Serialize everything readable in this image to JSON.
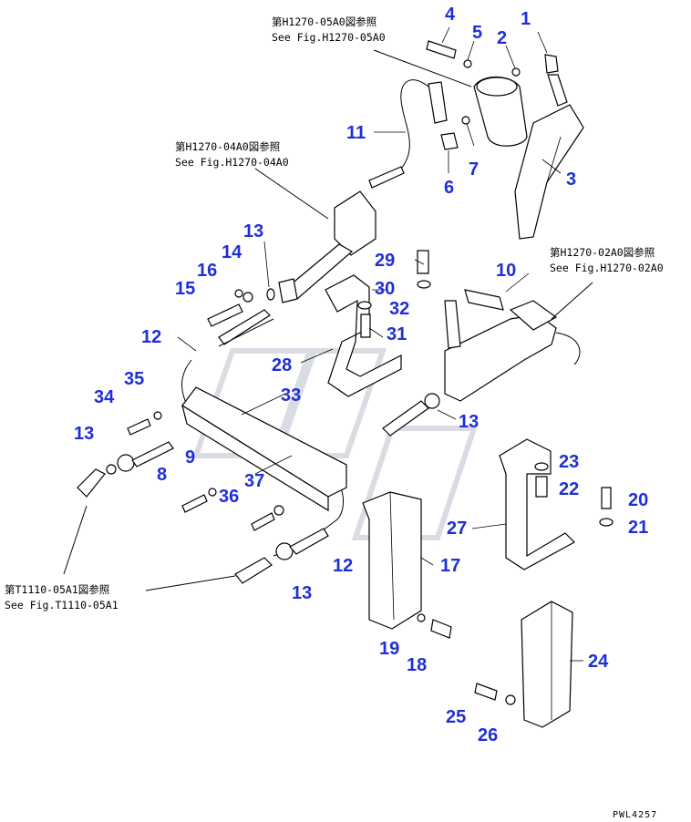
{
  "references": [
    {
      "id": "h1270-05a0",
      "jp": "第H1270-05A0図参照",
      "en": "See Fig.H1270-05A0"
    },
    {
      "id": "h1270-04a0",
      "jp": "第H1270-04A0図参照",
      "en": "See Fig.H1270-04A0"
    },
    {
      "id": "h1270-02a0",
      "jp": "第H1270-02A0図参照",
      "en": "See Fig.H1270-02A0"
    },
    {
      "id": "t1110-05a1",
      "jp": "第T1110-05A1図参照",
      "en": "See Fig.T1110-05A1"
    }
  ],
  "callouts": [
    "1",
    "2",
    "3",
    "4",
    "5",
    "6",
    "7",
    "8",
    "9",
    "10",
    "11",
    "12",
    "12",
    "13",
    "13",
    "13",
    "13",
    "13",
    "14",
    "15",
    "16",
    "17",
    "18",
    "19",
    "20",
    "21",
    "22",
    "23",
    "24",
    "25",
    "26",
    "27",
    "28",
    "29",
    "30",
    "31",
    "32",
    "33",
    "34",
    "35",
    "36",
    "37"
  ],
  "drawing_code": "PWL4257",
  "colors": {
    "callout": "#1f2fd6",
    "line": "#000000",
    "watermark": "#d9dde3"
  }
}
